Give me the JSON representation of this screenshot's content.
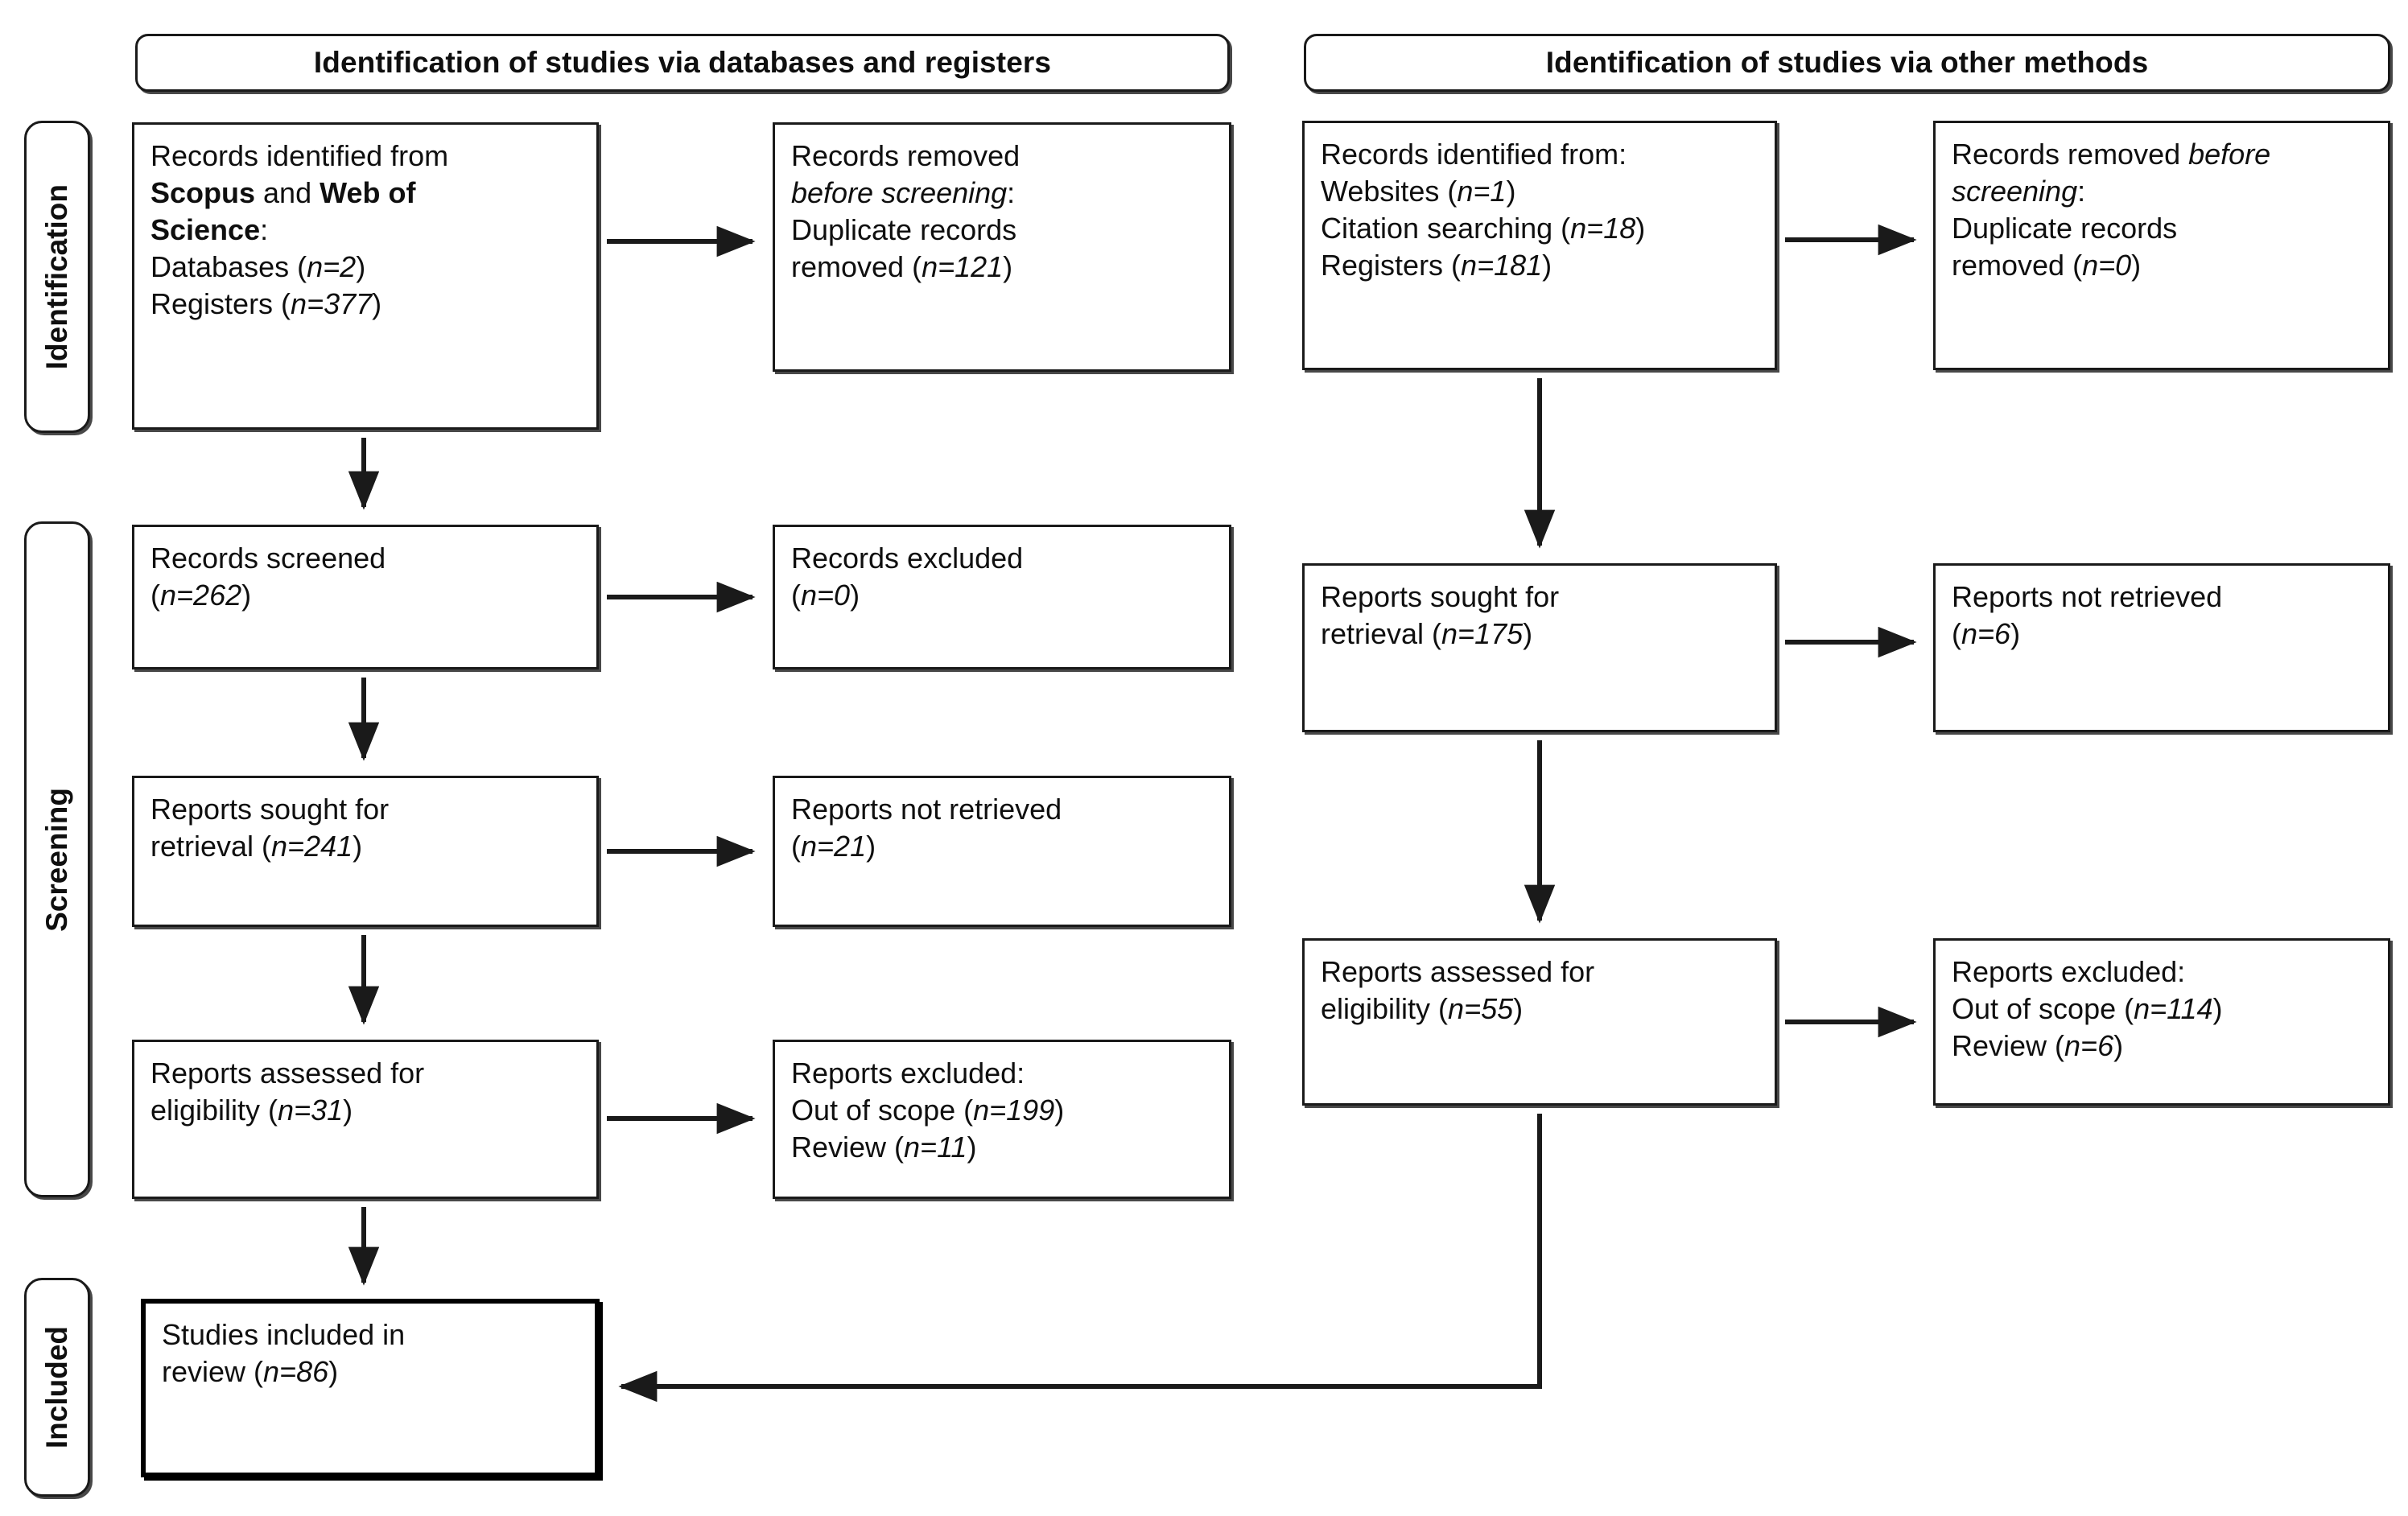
{
  "diagram": {
    "type": "prisma-flow-diagram",
    "stages": [
      {
        "id": "identification",
        "label": "Identification"
      },
      {
        "id": "screening",
        "label": "Screening"
      },
      {
        "id": "included",
        "label": "Included"
      }
    ],
    "columns": [
      {
        "id": "databases",
        "header": "Identification of studies via databases and registers"
      },
      {
        "id": "other",
        "header": "Identification of studies via other methods"
      }
    ],
    "boxes": {
      "db_identified": {
        "lines": [
          {
            "text": "Records identified from"
          },
          {
            "segments": [
              {
                "t": "Scopus",
                "style": "bold"
              },
              {
                "t": " and ",
                "style": "normal"
              },
              {
                "t": "Web of",
                "style": "bold"
              }
            ]
          },
          {
            "segments": [
              {
                "t": "Science",
                "style": "bold"
              },
              {
                "t": ":",
                "style": "normal"
              }
            ]
          },
          {
            "segments": [
              {
                "t": "Databases (",
                "style": "normal"
              },
              {
                "t": "n=2",
                "style": "italic"
              },
              {
                "t": ")",
                "style": "normal"
              }
            ]
          },
          {
            "segments": [
              {
                "t": "Registers (",
                "style": "normal"
              },
              {
                "t": "n=377",
                "style": "italic"
              },
              {
                "t": ")",
                "style": "normal"
              }
            ]
          }
        ]
      },
      "db_removed": {
        "lines": [
          {
            "text": "Records removed"
          },
          {
            "segments": [
              {
                "t": "before screening",
                "style": "italic"
              },
              {
                "t": ":",
                "style": "normal"
              }
            ]
          },
          {
            "text": "Duplicate records"
          },
          {
            "segments": [
              {
                "t": "removed (",
                "style": "normal"
              },
              {
                "t": "n=121",
                "style": "italic"
              },
              {
                "t": ")",
                "style": "normal"
              }
            ]
          }
        ]
      },
      "db_screened": {
        "lines": [
          {
            "text": "Records screened"
          },
          {
            "segments": [
              {
                "t": "(",
                "style": "normal"
              },
              {
                "t": "n=262",
                "style": "italic"
              },
              {
                "t": ")",
                "style": "normal"
              }
            ]
          }
        ]
      },
      "db_excluded": {
        "lines": [
          {
            "text": "Records excluded"
          },
          {
            "segments": [
              {
                "t": "(",
                "style": "normal"
              },
              {
                "t": "n=0",
                "style": "italic"
              },
              {
                "t": ")",
                "style": "normal"
              }
            ]
          }
        ]
      },
      "db_sought": {
        "lines": [
          {
            "text": "Reports sought for"
          },
          {
            "segments": [
              {
                "t": "retrieval (",
                "style": "normal"
              },
              {
                "t": "n=241",
                "style": "italic"
              },
              {
                "t": ")",
                "style": "normal"
              }
            ]
          }
        ]
      },
      "db_notretrieved": {
        "lines": [
          {
            "text": "Reports not retrieved"
          },
          {
            "segments": [
              {
                "t": "(",
                "style": "normal"
              },
              {
                "t": "n=21",
                "style": "italic"
              },
              {
                "t": ")",
                "style": "normal"
              }
            ]
          }
        ]
      },
      "db_assessed": {
        "lines": [
          {
            "text": "Reports assessed for"
          },
          {
            "segments": [
              {
                "t": "eligibility (",
                "style": "normal"
              },
              {
                "t": "n=31",
                "style": "italic"
              },
              {
                "t": ")",
                "style": "normal"
              }
            ]
          }
        ]
      },
      "db_repexcluded": {
        "lines": [
          {
            "text": "Reports excluded:"
          },
          {
            "segments": [
              {
                "t": "Out of scope (",
                "style": "normal"
              },
              {
                "t": "n=199",
                "style": "italic"
              },
              {
                "t": ")",
                "style": "normal"
              }
            ]
          },
          {
            "segments": [
              {
                "t": "Review (",
                "style": "normal"
              },
              {
                "t": "n=11",
                "style": "italic"
              },
              {
                "t": ")",
                "style": "normal"
              }
            ]
          }
        ]
      },
      "ot_identified": {
        "lines": [
          {
            "text": "Records identified from:"
          },
          {
            "segments": [
              {
                "t": "Websites (",
                "style": "normal"
              },
              {
                "t": "n=1",
                "style": "italic"
              },
              {
                "t": ")",
                "style": "normal"
              }
            ]
          },
          {
            "segments": [
              {
                "t": "Citation searching (",
                "style": "normal"
              },
              {
                "t": "n=18",
                "style": "italic"
              },
              {
                "t": ")",
                "style": "normal"
              }
            ]
          },
          {
            "segments": [
              {
                "t": "Registers (",
                "style": "normal"
              },
              {
                "t": "n=181",
                "style": "italic"
              },
              {
                "t": ")",
                "style": "normal"
              }
            ]
          }
        ]
      },
      "ot_removed": {
        "lines": [
          {
            "segments": [
              {
                "t": "Records removed ",
                "style": "normal"
              },
              {
                "t": "before",
                "style": "italic"
              }
            ]
          },
          {
            "segments": [
              {
                "t": "screening",
                "style": "italic"
              },
              {
                "t": ":",
                "style": "normal"
              }
            ]
          },
          {
            "text": "Duplicate records"
          },
          {
            "segments": [
              {
                "t": "removed (",
                "style": "normal"
              },
              {
                "t": "n=0",
                "style": "italic"
              },
              {
                "t": ")",
                "style": "normal"
              }
            ]
          }
        ]
      },
      "ot_sought": {
        "lines": [
          {
            "text": "Reports sought for"
          },
          {
            "segments": [
              {
                "t": "retrieval (",
                "style": "normal"
              },
              {
                "t": "n=175",
                "style": "italic"
              },
              {
                "t": ")",
                "style": "normal"
              }
            ]
          }
        ]
      },
      "ot_notretrieved": {
        "lines": [
          {
            "text": "Reports not retrieved"
          },
          {
            "segments": [
              {
                "t": "(",
                "style": "normal"
              },
              {
                "t": "n=6",
                "style": "italic"
              },
              {
                "t": ")",
                "style": "normal"
              }
            ]
          }
        ]
      },
      "ot_assessed": {
        "lines": [
          {
            "text": "Reports assessed for"
          },
          {
            "segments": [
              {
                "t": "eligibility (",
                "style": "normal"
              },
              {
                "t": "n=55",
                "style": "italic"
              },
              {
                "t": ")",
                "style": "normal"
              }
            ]
          }
        ]
      },
      "ot_repexcluded": {
        "lines": [
          {
            "text": "Reports excluded:"
          },
          {
            "segments": [
              {
                "t": "Out of scope (",
                "style": "normal"
              },
              {
                "t": "n=114",
                "style": "italic"
              },
              {
                "t": ")",
                "style": "normal"
              }
            ]
          },
          {
            "segments": [
              {
                "t": "Review (",
                "style": "normal"
              },
              {
                "t": "n=6",
                "style": "italic"
              },
              {
                "t": ")",
                "style": "normal"
              }
            ]
          }
        ]
      },
      "included_final": {
        "lines": [
          {
            "text": "Studies included in"
          },
          {
            "segments": [
              {
                "t": "review (",
                "style": "normal"
              },
              {
                "t": "n=86",
                "style": "italic"
              },
              {
                "t": ")",
                "style": "normal"
              }
            ]
          }
        ]
      }
    },
    "counts": {
      "databases": 2,
      "registers_db": 377,
      "duplicates_removed_db": 121,
      "records_screened": 262,
      "records_excluded": 0,
      "reports_sought_db": 241,
      "reports_not_retrieved_db": 21,
      "reports_assessed_db": 31,
      "out_of_scope_db": 199,
      "review_db": 11,
      "websites": 1,
      "citation_searching": 18,
      "registers_other": 181,
      "duplicates_removed_other": 0,
      "reports_sought_other": 175,
      "reports_not_retrieved_other": 6,
      "reports_assessed_other": 55,
      "out_of_scope_other": 114,
      "review_other": 6,
      "studies_included": 86
    },
    "colors": {
      "stroke": "#1a1a1a",
      "text": "#0f0f0f",
      "background": "#ffffff"
    }
  }
}
